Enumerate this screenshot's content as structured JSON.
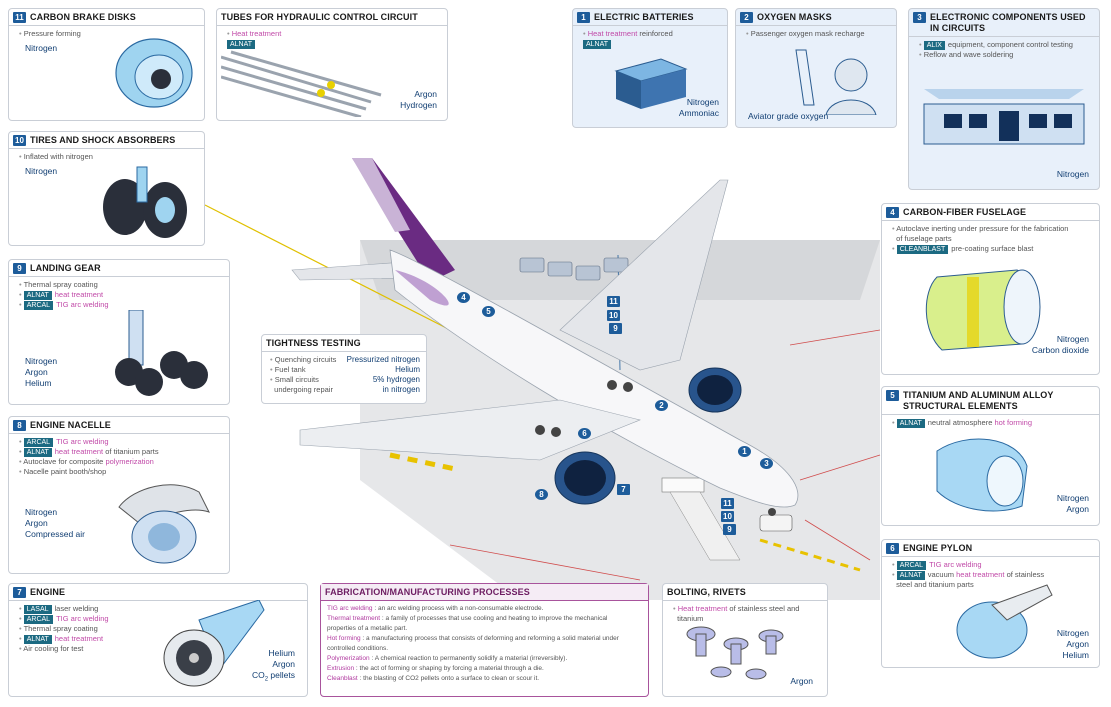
{
  "colors": {
    "accent": "#1d5c9a",
    "pink": "#c14aa8",
    "tag": "#1c6a82",
    "purple_panel": "#6d1d62"
  },
  "panels": {
    "p11": {
      "num": "11",
      "title": "CARBON BRAKE DISKS",
      "l1": "Pressure forming",
      "gases": "Nitrogen"
    },
    "ptubes": {
      "title": "TUBES FOR HYDRAULIC CONTROL CIRCUIT",
      "l1": "Heat treatment",
      "tag": "ALNAT",
      "gas1": "Argon",
      "gas2": "Hydrogen"
    },
    "p1": {
      "num": "1",
      "title": "ELECTRIC BATTERIES",
      "l1a": "Heat treatment",
      "l1b": "reinforced",
      "tag": "ALNAT",
      "gas1": "Nitrogen",
      "gas2": "Ammoniac"
    },
    "p2": {
      "num": "2",
      "title": "OXYGEN MASKS",
      "l1": "Passenger oxygen mask recharge",
      "gases": "Aviator grade oxygen"
    },
    "p3": {
      "num": "3",
      "title1": "ELECTRONIC COMPONENTS USED",
      "title2": "IN CIRCUITS",
      "tag": "ALIX",
      "l1": "equipment, component control testing",
      "l2": "Reflow and wave soldering",
      "gases": "Nitrogen"
    },
    "p10": {
      "num": "10",
      "title": "TIRES AND SHOCK ABSORBERS",
      "l1": "Inflated with nitrogen",
      "gases": "Nitrogen"
    },
    "p4": {
      "num": "4",
      "title": "CARBON-FIBER FUSELAGE",
      "l1": "Autoclave inerting under pressure for the fabrication",
      "l2": "of fuselage parts",
      "tag": "CLEANBLAST",
      "l3": "pre-coating surface blast",
      "gas1": "Nitrogen",
      "gas2": "Carbon dioxide"
    },
    "p9": {
      "num": "9",
      "title": "LANDING GEAR",
      "l1": "Thermal spray coating",
      "tag1": "ALNAT",
      "l2": "heat treatment",
      "tag2": "ARCAL",
      "l3": "TIG arc welding",
      "gas1": "Nitrogen",
      "gas2": "Argon",
      "gas3": "Helium"
    },
    "ptight": {
      "title": "TIGHTNESS TESTING",
      "r1l": "Quenching circuits",
      "r1v": "Pressurized nitrogen",
      "r2l": "Fuel tank",
      "r2v": "Helium",
      "r3l": "Small circuits",
      "r3v": "5% hydrogen",
      "r4l": "undergoing repair",
      "r4v": "in nitrogen"
    },
    "p5": {
      "num": "5",
      "title1": "TITANIUM AND ALUMINUM ALLOY",
      "title2": "STRUCTURAL ELEMENTS",
      "tag": "ALNAT",
      "l1": "neutral atmosphere",
      "l1p": "hot forming",
      "gas1": "Nitrogen",
      "gas2": "Argon"
    },
    "p8": {
      "num": "8",
      "title": "ENGINE NACELLE",
      "tag1": "ARCAL",
      "l1": "TIG arc welding",
      "tag2": "ALNAT",
      "l2p": "heat treatment",
      "l2": "of titanium parts",
      "l3": "Autoclave for composite",
      "l3p": "polymerization",
      "l4": "Nacelle paint booth/shop",
      "gas1": "Nitrogen",
      "gas2": "Argon",
      "gas3": "Compressed air"
    },
    "p6": {
      "num": "6",
      "title": "ENGINE PYLON",
      "tag1": "ARCAL",
      "l1": "TIG arc welding",
      "tag2": "ALNAT",
      "l2a": "vacuum",
      "l2p": "heat treatment",
      "l2b": "of stainless",
      "l3": "steel and titanium parts",
      "gas1": "Nitrogen",
      "gas2": "Argon",
      "gas3": "Helium"
    },
    "p7": {
      "num": "7",
      "title": "ENGINE",
      "tag1": "LASAL",
      "l1": "laser welding",
      "tag2": "ARCAL",
      "l2": "TIG arc welding",
      "l3": "Thermal spray coating",
      "tag3": "ALNAT",
      "l4": "heat treatment",
      "l5": "Air cooling for test",
      "gas1": "Helium",
      "gas2": "Argon",
      "gas3": "CO",
      "gas3sub": "2",
      "gas3b": " pellets"
    },
    "pbolt": {
      "title": "BOLTING, RIVETS",
      "l1p": "Heat treatment",
      "l1": "of stainless steel and",
      "l2": "titanium",
      "gases": "Argon"
    }
  },
  "glossary": {
    "title": "FABRICATION/MANUFACTURING PROCESSES",
    "items": [
      {
        "term": "TIG arc welding",
        "def": ": an arc welding process with a non-consumable electrode."
      },
      {
        "term": "Thermal treatment",
        "def": ": a family of processes that use cooling and heating to improve the mechanical"
      },
      {
        "term": "",
        "def": "properties of a metallic part."
      },
      {
        "term": "Hot forming",
        "def": ": a manufacturing process that consists of deforming and reforming a solid material under"
      },
      {
        "term": "",
        "def": "controlled conditions."
      },
      {
        "term": "Polymerization",
        "def": ": A chemical reaction to permanently solidify a material (irreversibly)."
      },
      {
        "term": "Extrusion",
        "def": ": the act of forming or shaping by forcing a material through a die."
      },
      {
        "term": "Cleanblast",
        "def": ": the blasting of CO2 pellets onto a surface to clean or scour it."
      }
    ]
  },
  "aircraft_badges": [
    "1",
    "2",
    "3",
    "4",
    "5",
    "6",
    "7",
    "8",
    "9",
    "10",
    "11"
  ],
  "illustration": {
    "icons": [
      "aircraft-illustration",
      "hangar-floor-illustration",
      "ground-vehicles-illustration"
    ]
  }
}
